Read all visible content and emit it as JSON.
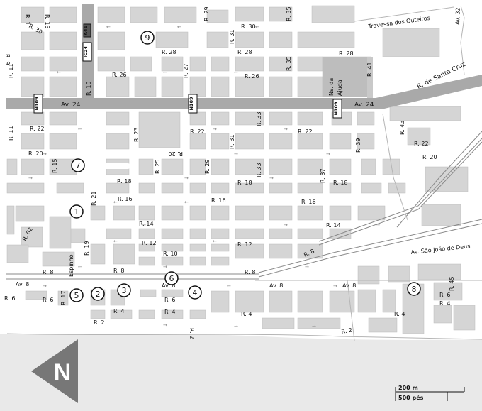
{
  "colors": {
    "background": "#ffffff",
    "block": "#d5d5d5",
    "main_road": "#a9a9a9",
    "sea": "#e9e9e9",
    "railway": "#888888",
    "compass": "#777777"
  },
  "streets": {
    "travessa_dos_outeiros": "Travessa dos Outeiros",
    "av_32": "Av. 32",
    "r_de_santa_cruz": "R. de Santa Cruz",
    "av_24_left": "Av. 24",
    "av_24_right": "Av. 24",
    "av_sao_joao_de_deus": "Av. São João de Deus",
    "av_8_left": "Av. 8",
    "av_8_mid": "Av. 8",
    "av_8_right1": "Av. 8",
    "av_8_right2": "Av. 8",
    "espinho": "Espinho",
    "ns_da_ajuda_1": "Ns. da",
    "ns_da_ajuda_2": "Ajuda",
    "labels": [
      "R. 30",
      "R. 30",
      "R. 28",
      "R. 28",
      "R. 28",
      "R. 26",
      "R. 26",
      "R. 22",
      "R. 22",
      "R. 22",
      "R. 22",
      "R. 20",
      "R. 20",
      "R. 20",
      "R. 18",
      "R. 18",
      "R. 18",
      "R. 16",
      "R. 16",
      "R. 16",
      "R. 14",
      "R. 14",
      "R. 12",
      "R. 12",
      "R. 10",
      "R. 8",
      "R. 8",
      "R. 8",
      "R. 8",
      "R. 6",
      "R. 6",
      "R. 6",
      "R. 6",
      "R. 4",
      "R. 4",
      "R. 4",
      "R. 4",
      "R. 4",
      "R. 2",
      "R. 2",
      "R. 2",
      "R. 15",
      "R. 17",
      "R. 21",
      "R. 23",
      "R. 25",
      "R. 29",
      "R. 31",
      "R. 33",
      "R. 35",
      "R. 11",
      "R. 11",
      "R. 19",
      "R. 19",
      "R. 27",
      "R. 29",
      "R. 31",
      "R. 33",
      "R. 35",
      "R. 37",
      "R. 41",
      "R. 43",
      "R. 39",
      "R. 45",
      "R. 62",
      "R. 1",
      "R. 13",
      "R. 9"
    ]
  },
  "highways": [
    "IC24",
    "A41",
    "N109",
    "N109",
    "N109"
  ],
  "markers": [
    "1",
    "2",
    "3",
    "4",
    "5",
    "6",
    "7",
    "8",
    "9"
  ],
  "compass": "N",
  "scale": {
    "meters": "200 m",
    "feet": "500 pés"
  }
}
